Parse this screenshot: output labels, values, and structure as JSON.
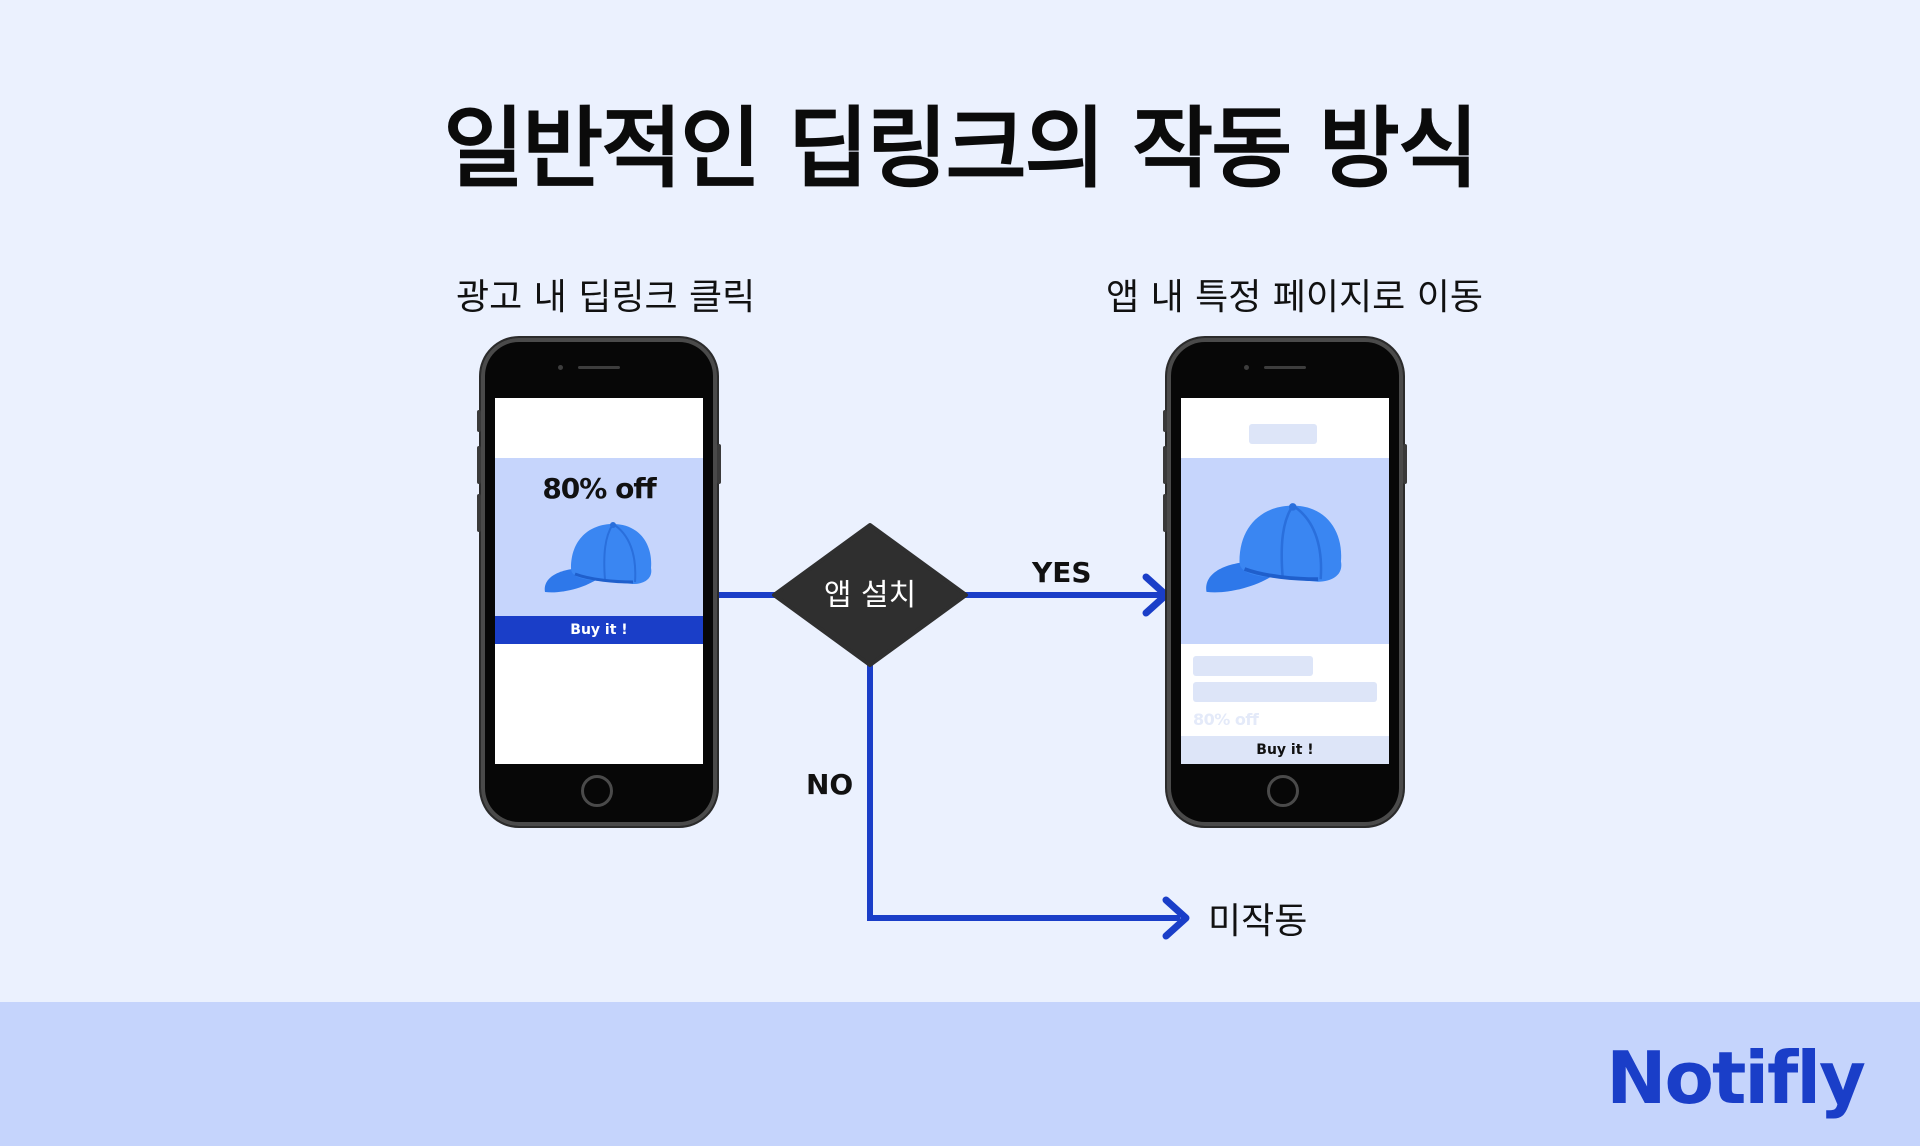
{
  "title": "일반적인 딥링크의 작동 방식",
  "steps": {
    "start": "광고 내 딥링크 클릭",
    "success": "앱 내 특정 페이지로 이동",
    "fail": "미작동"
  },
  "decision": {
    "label": "앱 설치",
    "yes": "YES",
    "no": "NO"
  },
  "ad_phone": {
    "discount": "80% off",
    "buy_label": "Buy it !",
    "product_icon": "cap-icon"
  },
  "product_phone": {
    "discount": "80% off",
    "buy_label": "Buy it !",
    "product_icon": "cap-icon"
  },
  "brand": {
    "name": "Notifly"
  },
  "colors": {
    "background": "#ebf1fe",
    "accent": "#1a3ec8",
    "panel": "#c6d5fc",
    "footer": "#c5d4fc",
    "decision": "#2f2f2f"
  }
}
